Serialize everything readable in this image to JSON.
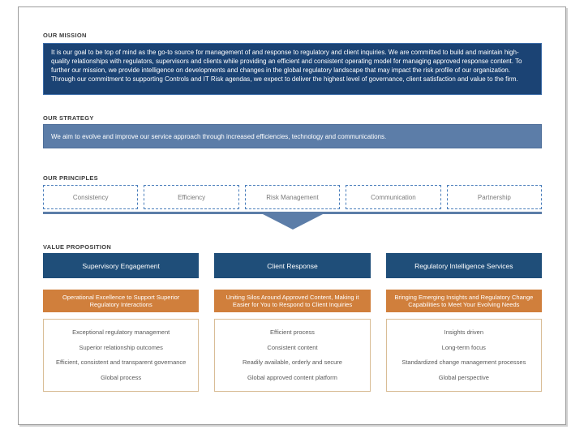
{
  "mission": {
    "label": "OUR MISSION",
    "text": "It is our goal to be top of mind as the go-to source for management of and response to regulatory and client inquiries. We are committed to build and maintain high-quality relationships with regulators, supervisors and clients while providing an efficient and consistent operating model for managing approved response content. To further our mission, we provide intelligence on developments and changes in the global regulatory landscape that may impact the risk profile of our organization. Through our commitment to supporting Controls and IT Risk agendas, we expect to deliver the highest level of governance, client satisfaction and value to the firm."
  },
  "strategy": {
    "label": "OUR STRATEGY",
    "text": "We aim to evolve and improve our service approach through increased efficiencies, technology and communications."
  },
  "principles": {
    "label": "OUR PRINCIPLES",
    "items": [
      "Consistency",
      "Efficiency",
      "Risk Management",
      "Communication",
      "Partnership"
    ]
  },
  "value_proposition": {
    "label": "VALUE PROPOSITION",
    "columns": [
      {
        "title": "Supervisory Engagement",
        "highlight": "Operational Excellence to Support Superior Regulatory Interactions",
        "points": [
          "Exceptional regulatory management",
          "Superior relationship outcomes",
          "Efficient, consistent and transparent governance",
          "Global process"
        ]
      },
      {
        "title": "Client Response",
        "highlight": "Uniting Silos Around Approved Content, Making it Easier for You to Respond to Client Inquiries",
        "points": [
          "Efficient process",
          "Consistent content",
          "Readily available, orderly and secure",
          "Global approved content platform"
        ]
      },
      {
        "title": "Regulatory Intelligence Services",
        "highlight": "Bringing Emerging Insights and Regulatory Change Capabilities to Meet Your Evolving Needs",
        "points": [
          "Insights driven",
          "Long-term focus",
          "Standardized change management processes",
          "Global perspective"
        ]
      }
    ]
  },
  "colors": {
    "navy": "#1F4E79",
    "mission_fill": "#1B4374",
    "slate_blue": "#5C7DA8",
    "orange": "#D07F3C",
    "tan_border": "#D9BD96",
    "dashed_blue": "#4A7EBB"
  }
}
